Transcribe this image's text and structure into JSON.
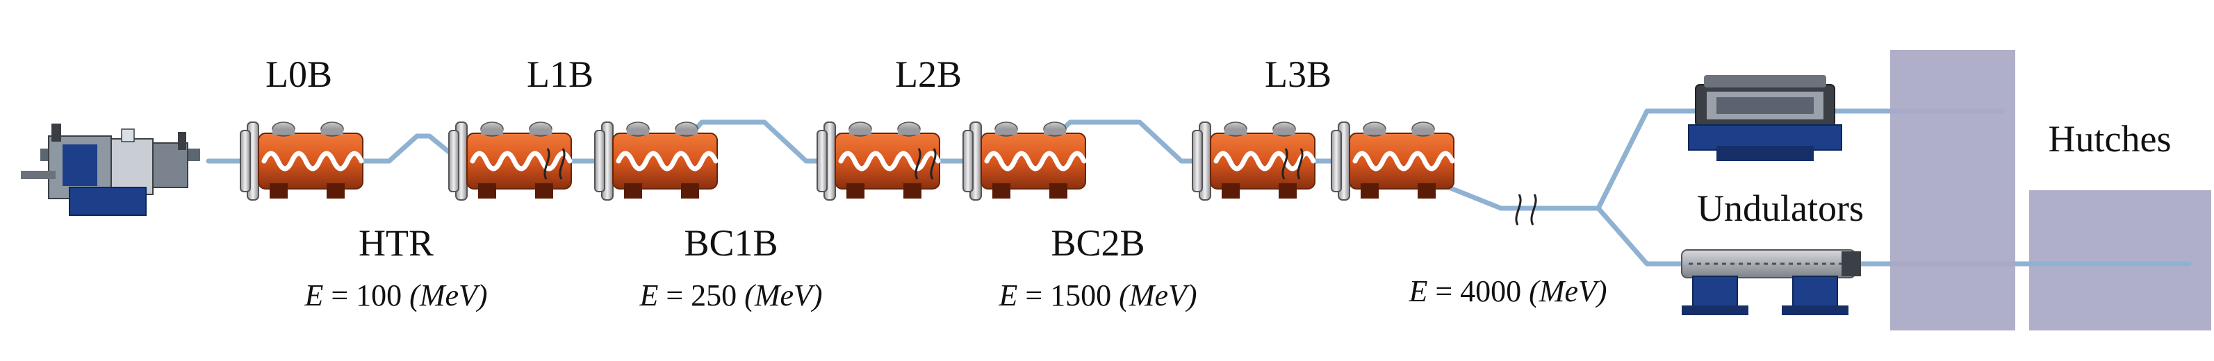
{
  "linac_labels": {
    "l0b": "L0B",
    "l1b": "L1B",
    "l2b": "L2B",
    "l3b": "L3B"
  },
  "section_labels": {
    "htr": "HTR",
    "bc1b": "BC1B",
    "bc2b": "BC2B",
    "undulators": "Undulators",
    "hutches": "Hutches"
  },
  "energies": [
    {
      "prefix": "E",
      "eq": " = ",
      "value": "100",
      "unit": "(MeV)"
    },
    {
      "prefix": "E",
      "eq": " = ",
      "value": "250",
      "unit": "(MeV)"
    },
    {
      "prefix": "E",
      "eq": " = ",
      "value": "1500",
      "unit": "(MeV)"
    },
    {
      "prefix": "E",
      "eq": " = ",
      "value": "4000",
      "unit": "(MeV)"
    }
  ],
  "colors": {
    "beamline": "#8fb2d3",
    "cavity_body": "#d8561e",
    "cavity_dark": "#7a2a0c",
    "flange": "#c8c8cc",
    "hutch": "#a9a8c4",
    "undulator_blue": "#1d3f8a",
    "undulator_grey": "#8a8f96"
  },
  "icons": {
    "injector": "electron-gun-injector-icon",
    "cavity": "srf-cryomodule-icon",
    "break": "beamline-break-icon",
    "undulator": "undulator-magnet-icon",
    "hutch": "experimental-hutch-icon"
  }
}
